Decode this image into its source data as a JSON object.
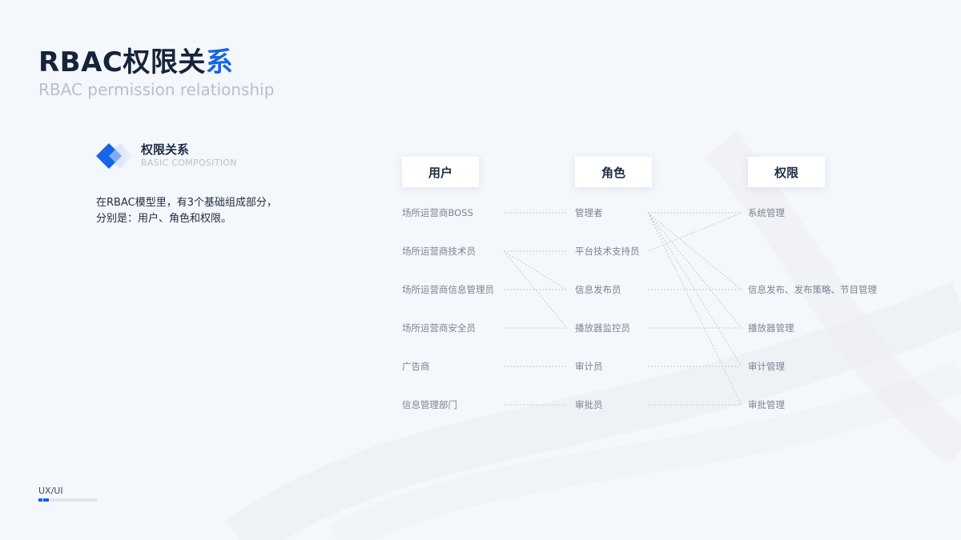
{
  "header": {
    "title_main": "RBAC权限关",
    "title_accent": "系",
    "subtitle": "RBAC permission relationship"
  },
  "section": {
    "title": "权限关系",
    "subtitle": "BASIC COMPOSITION",
    "icon": "diamond-icon",
    "desc_line1": "在RBAC模型里，有3个基础组成部分，",
    "desc_line2": "分别是：用户、角色和权限。"
  },
  "diagram": {
    "columns": [
      {
        "header": "用户",
        "items": [
          "场所运营商BOSS",
          "场所运营商技术员",
          "场所运营商信息管理员",
          "场所运营商安全员",
          "广告商",
          "信息管理部门"
        ]
      },
      {
        "header": "角色",
        "items": [
          "管理者",
          "平台技术支持员",
          "信息发布员",
          "播放器监控员",
          "审计员",
          "审批员"
        ]
      },
      {
        "header": "权限",
        "items": [
          "系统管理",
          "",
          "信息发布、发布策略、节目管理",
          "播放器管理",
          "审计管理",
          "审批管理"
        ]
      }
    ],
    "user_role_links": [
      [
        0,
        0
      ],
      [
        1,
        1
      ],
      [
        1,
        2
      ],
      [
        1,
        3
      ],
      [
        2,
        2
      ],
      [
        3,
        3
      ],
      [
        4,
        4
      ],
      [
        5,
        5
      ]
    ],
    "role_perm_links": [
      [
        0,
        0
      ],
      [
        0,
        2
      ],
      [
        0,
        3
      ],
      [
        0,
        4
      ],
      [
        0,
        5
      ],
      [
        1,
        0
      ],
      [
        2,
        2
      ],
      [
        3,
        3
      ],
      [
        4,
        4
      ],
      [
        5,
        5
      ]
    ],
    "accent_color": "#1565e6",
    "line_color": "#c7cdd6"
  },
  "footer": {
    "label": "UX/UI"
  }
}
